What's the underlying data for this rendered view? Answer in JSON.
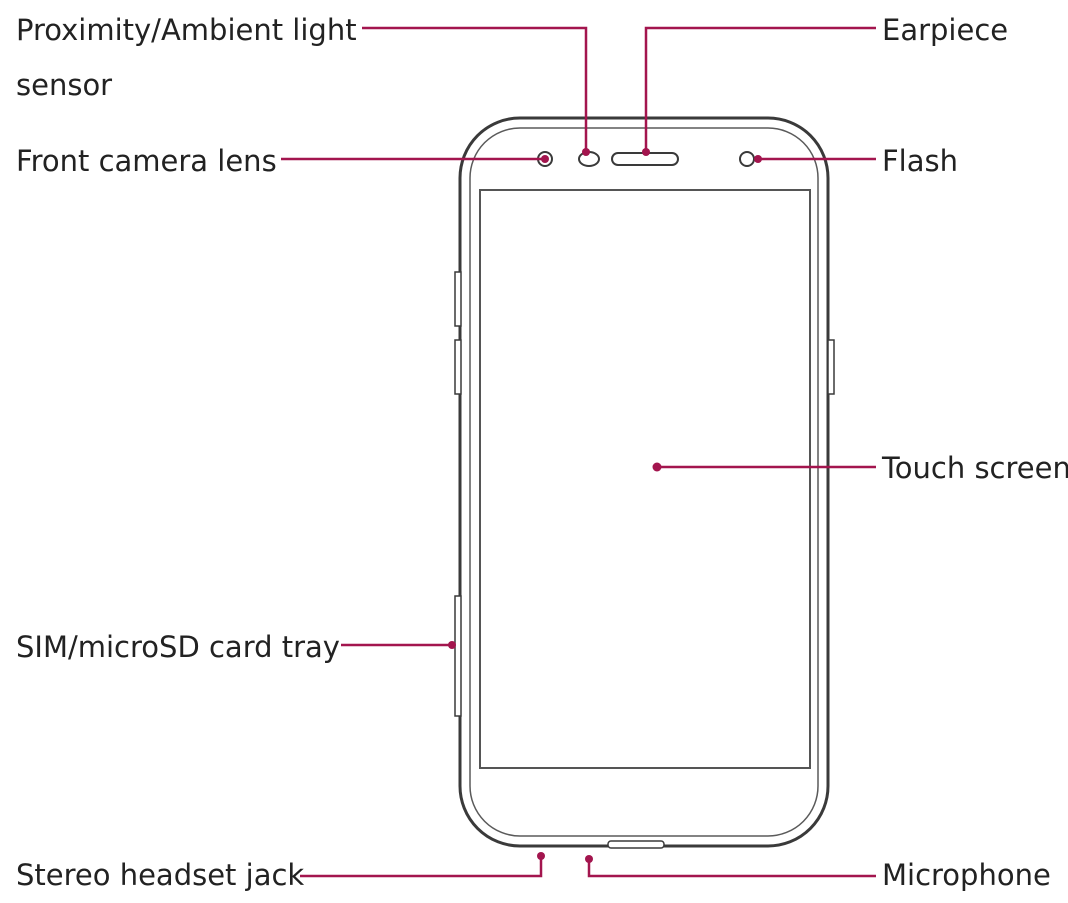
{
  "colors": {
    "leader": "#a3154e",
    "outline": "#3a3a3a",
    "text": "#222222",
    "background": "#ffffff"
  },
  "labels": {
    "proximity_sensor_line1": "Proximity/Ambient light",
    "proximity_sensor_line2": "sensor",
    "earpiece": "Earpiece",
    "front_camera_lens": "Front camera lens",
    "flash": "Flash",
    "touch_screen": "Touch screen",
    "sim_tray": "SIM/microSD card tray",
    "headset_jack": "Stereo headset jack",
    "microphone": "Microphone"
  }
}
